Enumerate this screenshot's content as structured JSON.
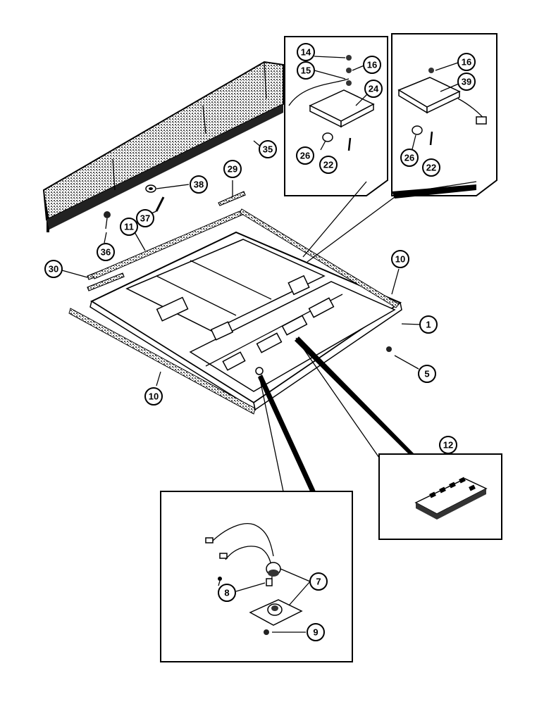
{
  "callouts": {
    "c1": "1",
    "c5": "5",
    "c7": "7",
    "c8": "8",
    "c9": "9",
    "c10a": "10",
    "c10b": "10",
    "c11": "11",
    "c12": "12",
    "c14": "14",
    "c15": "15",
    "c16a": "16",
    "c16b": "16",
    "c22a": "22",
    "c22b": "22",
    "c24": "24",
    "c26a": "26",
    "c26b": "26",
    "c29": "29",
    "c30": "30",
    "c35": "35",
    "c36": "36",
    "c37": "37",
    "c38": "38",
    "c39": "39"
  },
  "colors": {
    "ink": "#000000",
    "paper": "#ffffff",
    "foam": "#777777"
  }
}
